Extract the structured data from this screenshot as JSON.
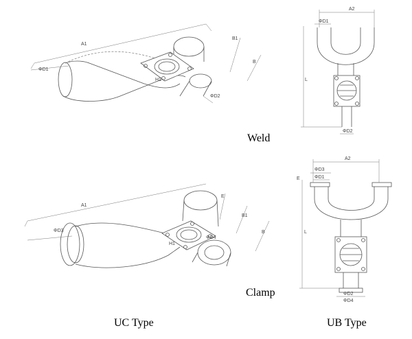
{
  "captions": {
    "weld": "Weld",
    "clamp": "Clamp",
    "uc_type": "UC Type",
    "ub_type": "UB Type"
  },
  "dims": {
    "uc_weld": {
      "a1": "A1",
      "b1": "B1",
      "b": "B",
      "d1": "ΦD1",
      "h1": "H1",
      "d2": "ΦD2"
    },
    "ub_weld": {
      "a2": "A2",
      "d1": "ΦD1",
      "l": "L",
      "d2": "ΦD2"
    },
    "uc_clamp": {
      "a1": "A1",
      "e": "E",
      "b1": "B1",
      "b": "B",
      "d3": "ΦD3",
      "h1": "H1",
      "d4": "ΦD4"
    },
    "ub_clamp": {
      "a2": "A2",
      "d3": "ΦD3",
      "d1": "ΦD1",
      "e": "E",
      "l": "L",
      "d2": "ΦD2",
      "d4": "ΦD4"
    }
  },
  "colors": {
    "line": "#555555",
    "thin": "#777777",
    "text": "#000000"
  }
}
